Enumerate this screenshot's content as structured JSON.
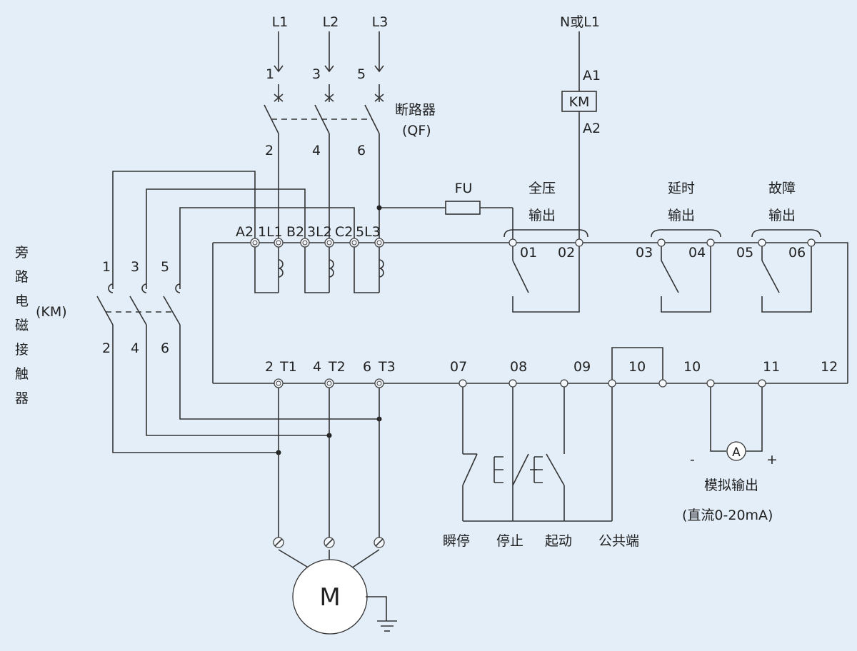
{
  "supply": {
    "l1": "L1",
    "l2": "L2",
    "l3": "L3",
    "neutral": "N或L1"
  },
  "breaker": {
    "name": "断路器",
    "code": "(QF)",
    "in_terminals": [
      "1",
      "3",
      "5"
    ],
    "out_terminals": [
      "2",
      "4",
      "6"
    ]
  },
  "contactor_coil": {
    "a1": "A1",
    "label": "KM",
    "a2": "A2"
  },
  "fuse": {
    "label": "FU"
  },
  "bypass": {
    "title_chars": [
      "旁",
      "路",
      "电",
      "磁",
      "接",
      "触",
      "器"
    ],
    "code": "(KM)",
    "in_terminals": [
      "1",
      "3",
      "5"
    ],
    "out_terminals": [
      "2",
      "4",
      "6"
    ]
  },
  "starter_top": {
    "labels": [
      "A2",
      "1L1",
      "B2",
      "3L2",
      "C2",
      "5L3"
    ]
  },
  "relays": [
    {
      "name_line1": "全压",
      "name_line2": "输出",
      "t1": "01",
      "t2": "02"
    },
    {
      "name_line1": "延时",
      "name_line2": "输出",
      "t1": "03",
      "t2": "04"
    },
    {
      "name_line1": "故障",
      "name_line2": "输出",
      "t1": "05",
      "t2": "06"
    }
  ],
  "starter_bottom": {
    "labels": [
      "2",
      "T1",
      "4",
      "T2",
      "6",
      "T3",
      "07",
      "08",
      "09",
      "10",
      "10",
      "11",
      "12"
    ]
  },
  "controls": {
    "labels": [
      "瞬停",
      "停止",
      "起动",
      "公共端"
    ]
  },
  "analog": {
    "minus": "-",
    "plus": "+",
    "meter": "A",
    "title": "模拟输出",
    "range": "(直流0-20mA)"
  },
  "motor": {
    "label": "M"
  },
  "colors": {
    "background": "#e3eef9",
    "line": "#333333"
  }
}
